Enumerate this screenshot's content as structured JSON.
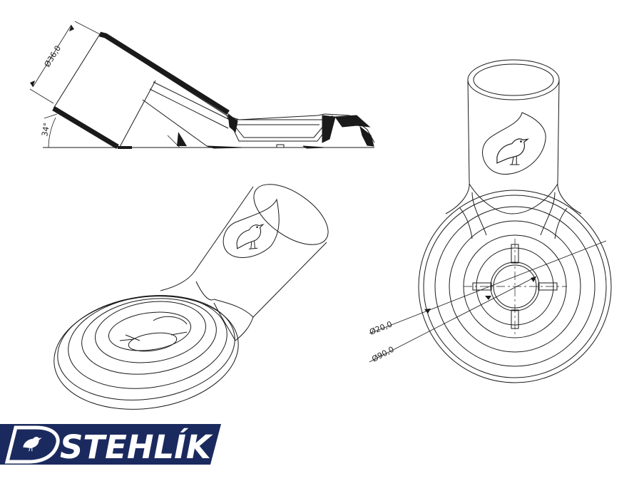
{
  "dimensions": {
    "tube_diameter": "Ø36,0",
    "tilt_angle": "34°",
    "hole_diameter": "Ø20,0",
    "flange_diameter": "Ø90,0"
  },
  "brand": {
    "name": "STEHLÍK",
    "initial": "D",
    "color": "#1b2a5e"
  },
  "colors": {
    "line": "#1a1a1a",
    "background": "#ffffff"
  },
  "views": [
    "side-section-view",
    "isometric-view",
    "top-view"
  ]
}
